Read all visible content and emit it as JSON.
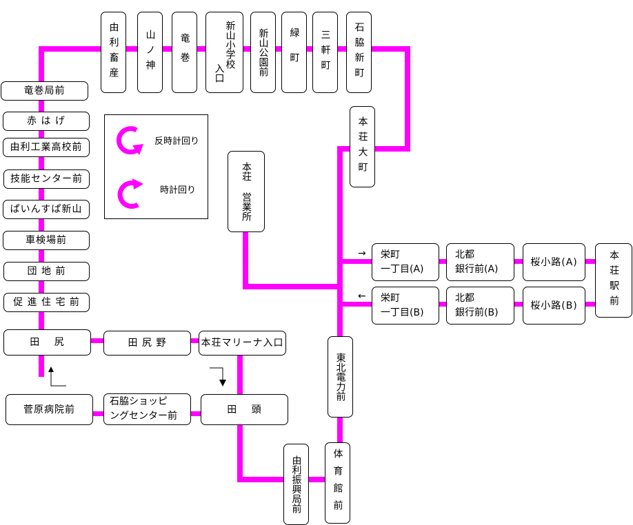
{
  "title": "路線図",
  "line_color": "#ff00ff",
  "legend": {
    "counterclockwise": "反時計回り",
    "clockwise": "時計回り",
    "counterclockwise_icon": "counterclockwise-arrow-icon",
    "clockwise_icon": "clockwise-arrow-icon"
  },
  "stops": {
    "yuri_chikusan": "由利畜産",
    "yamanokami": "山ノ神",
    "tatsumaki": "竜巻",
    "shinyama_shogakko_1": "新山小学校",
    "shinyama_shogakko_2": "入口",
    "shinyama_koen": "新山公園前",
    "midori": "緑町",
    "sanken": "三軒町",
    "ishiwaki_shin": "石脇新町",
    "honjo_omachi": "本荘大町",
    "honjo_eigyosho": "本荘 営業所",
    "tatsumaki_kyoku": "竜巻局前",
    "akahage": "赤 は げ",
    "yuri_kogyo": "由利工業高校前",
    "gino_center": "技能センター前",
    "painsupa": "ぱいんすぱ新山",
    "shakenjo": "車検場前",
    "danchi": "団 地 前",
    "sokushin": "促 進 住 宅 前",
    "tajiri": "田　 尻",
    "tajirino": "田 尻 野",
    "marina": "本荘マリーナ入口",
    "sugawara": "菅原病院前",
    "ishiwaki_shopping_1": "石脇ショッピ",
    "ishiwaki_shopping_2": "ングセンター前",
    "tagashira": "田　 頭",
    "tohoku_denryoku": "東北電力前",
    "yuri_shinko": "由利振興局前",
    "taiikukan": "体育館前",
    "sakae_a_1": "栄町",
    "sakae_a_2": "一丁目(A)",
    "sakae_b_1": "栄町",
    "sakae_b_2": "一丁目(B)",
    "hokuto_a_1": "北都",
    "hokuto_a_2": "銀行前(A)",
    "hokuto_b_1": "北都",
    "hokuto_b_2": "銀行前(B)",
    "sakura_a": "桜小路(A)",
    "sakura_b": "桜小路(B)",
    "honjo_eki": "本荘駅前"
  },
  "direction_arrows": {
    "outbound": "→",
    "inbound": "←"
  }
}
